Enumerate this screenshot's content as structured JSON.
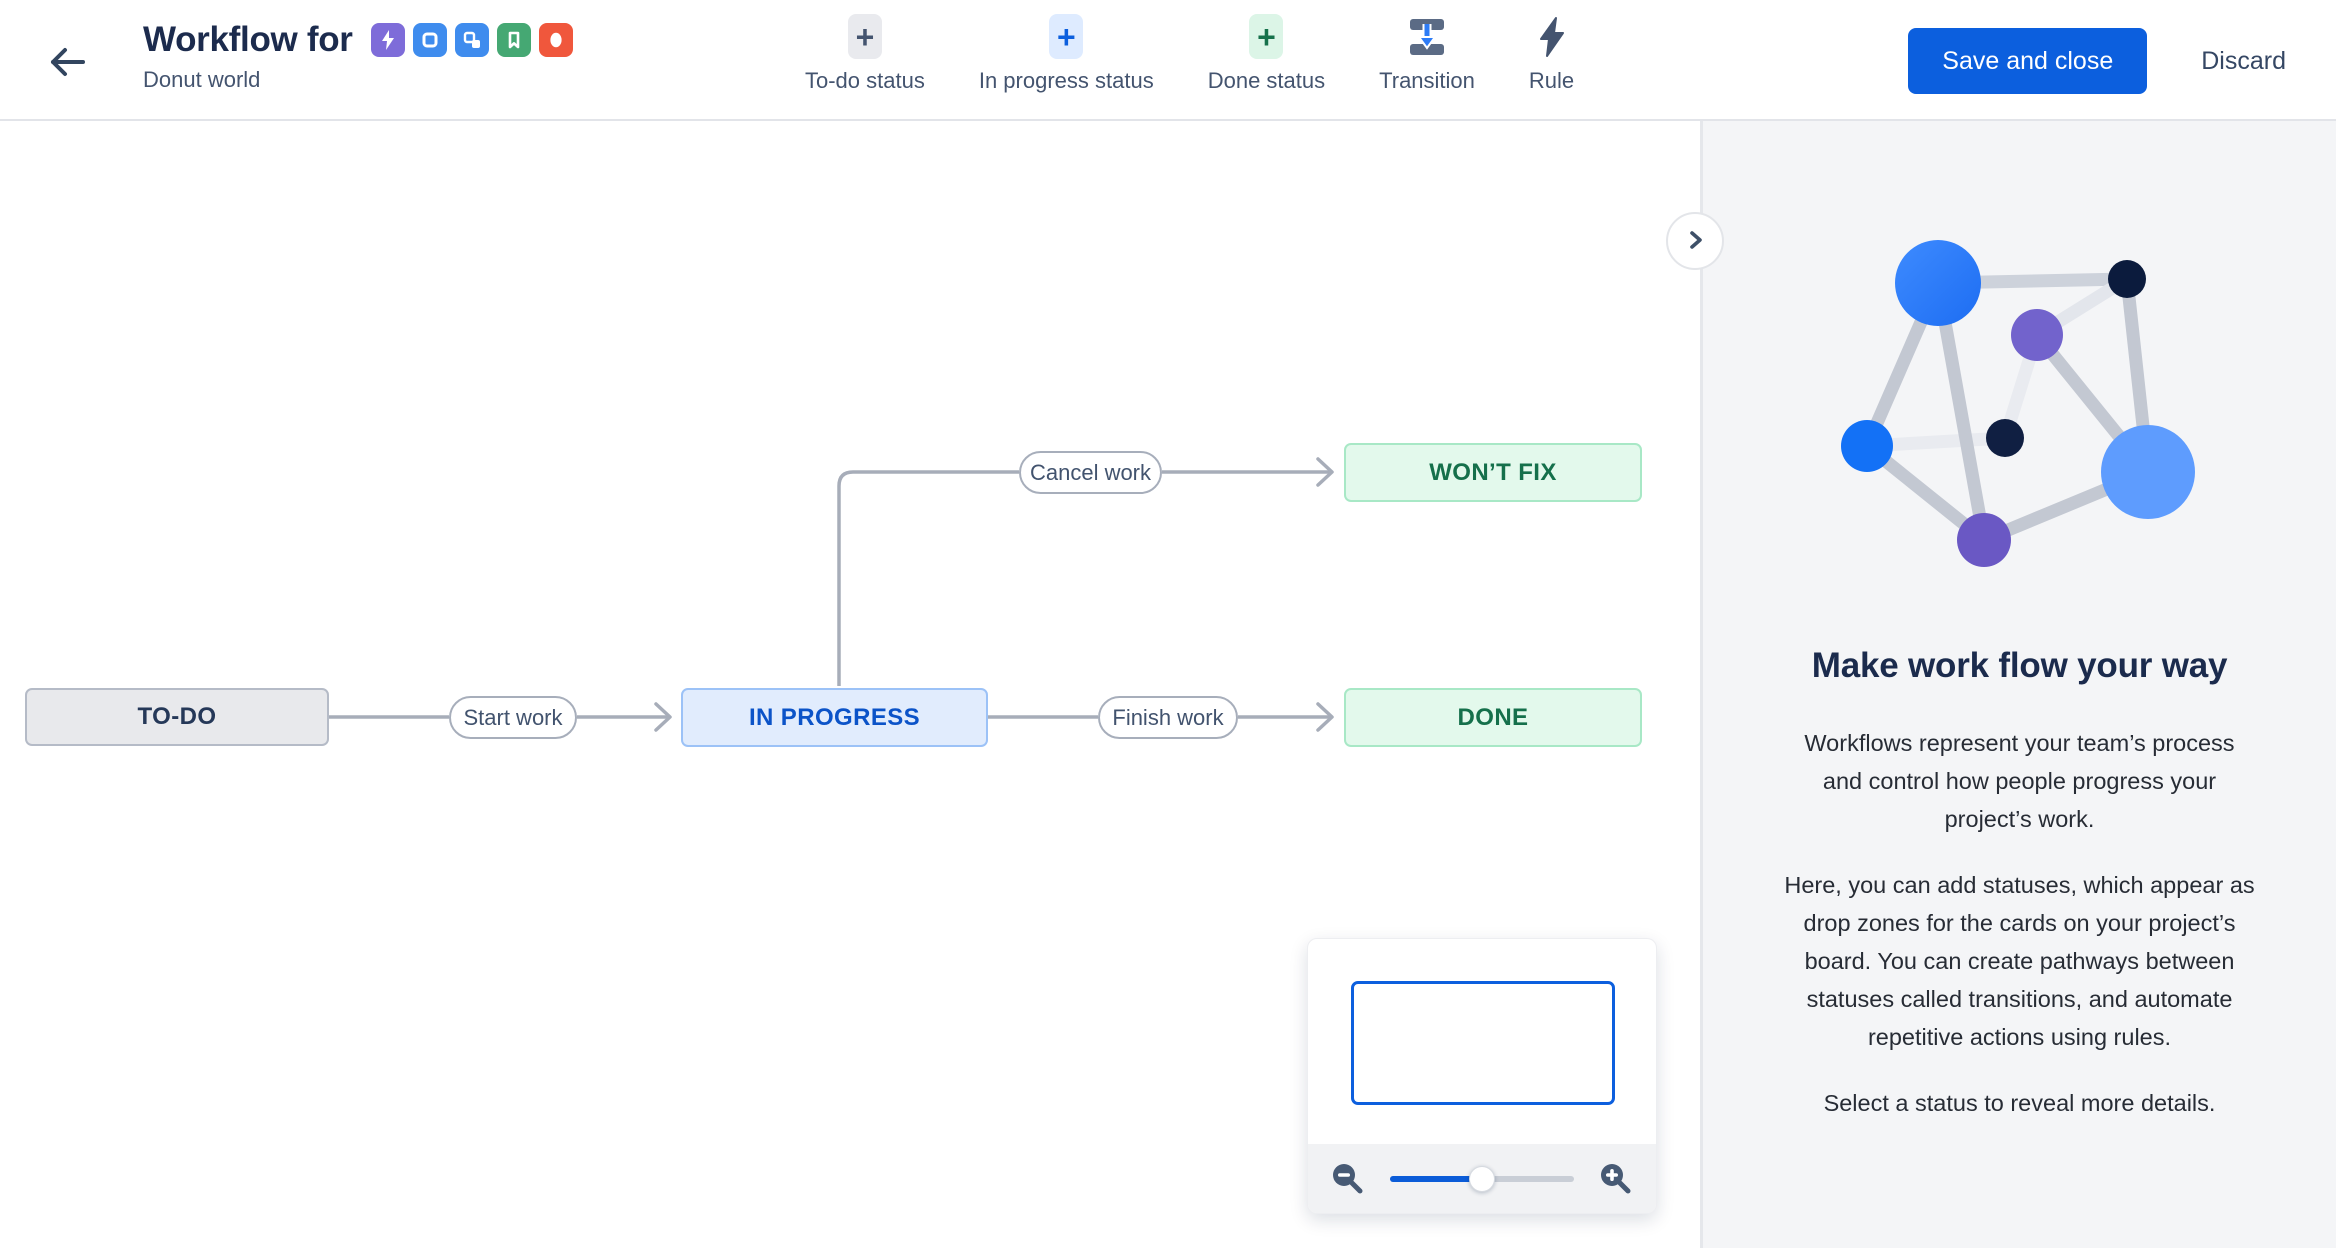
{
  "header": {
    "title": "Workflow for",
    "subtitle": "Donut world",
    "save_label": "Save and close",
    "discard_label": "Discard",
    "issue_types": [
      "bolt",
      "story",
      "subtask",
      "bookmark",
      "epic"
    ]
  },
  "toolbar": {
    "todo_label": "To-do status",
    "inprogress_label": "In progress status",
    "done_label": "Done status",
    "transition_label": "Transition",
    "rule_label": "Rule"
  },
  "diagram": {
    "statuses": [
      {
        "label": "TO-DO",
        "category": "todo"
      },
      {
        "label": "IN PROGRESS",
        "category": "inprogress"
      },
      {
        "label": "DONE",
        "category": "done"
      },
      {
        "label": "WON’T FIX",
        "category": "done"
      }
    ],
    "transitions": [
      {
        "label": "Start work",
        "from": "TO-DO",
        "to": "IN PROGRESS"
      },
      {
        "label": "Finish work",
        "from": "IN PROGRESS",
        "to": "DONE"
      },
      {
        "label": "Cancel work",
        "from": "IN PROGRESS",
        "to": "WON’T FIX"
      }
    ]
  },
  "panel": {
    "heading": "Make work flow your way",
    "paragraphs": [
      "Workflows represent your team’s process and control how people progress your project’s work.",
      "Here, you can add statuses, which appear as drop zones for the cards on your project’s board. You can create pathways between statuses called transitions, and automate repetitive actions using rules.",
      "Select a status to reveal more details."
    ]
  },
  "colors": {
    "primary_blue": "#0C5FDE",
    "status_todo_bg": "#E8E9EC",
    "status_inprogress_bg": "#E1ECFD",
    "status_done_bg": "#E3F9EC",
    "edge_gray": "#A7ADB9",
    "panel_bg": "#F4F5F7"
  }
}
